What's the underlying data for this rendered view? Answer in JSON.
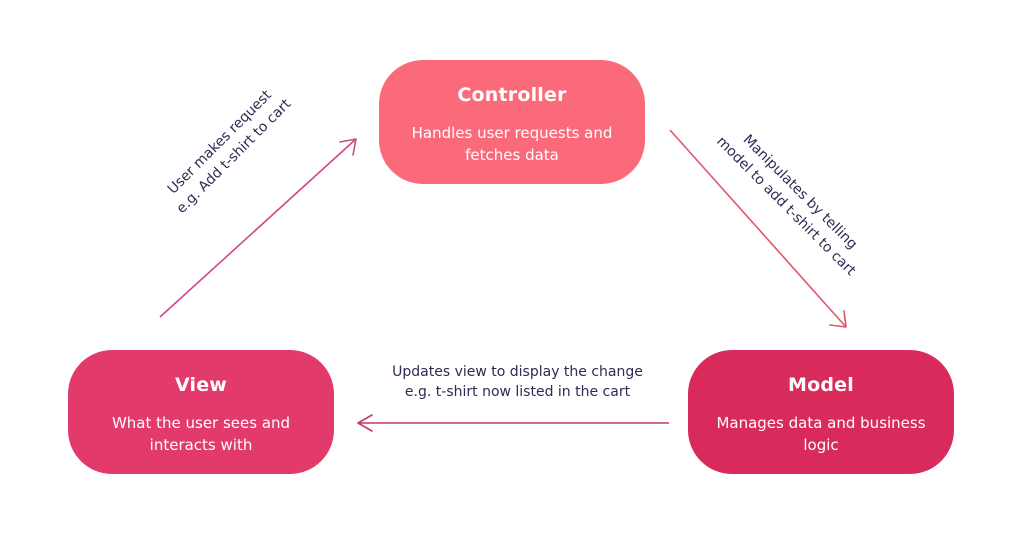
{
  "nodes": {
    "controller": {
      "title": "Controller",
      "description": "Handles user requests and fetches data",
      "color": "#fb6a7a"
    },
    "view": {
      "title": "View",
      "description": "What the user sees and interacts with",
      "color": "#e23a6b"
    },
    "model": {
      "title": "Model",
      "description": "Manages data and business logic",
      "color": "#d92a5c"
    }
  },
  "edges": {
    "view_to_controller": {
      "line1": "User makes request",
      "line2": "e.g. Add t-shirt to cart",
      "color": "#d0468d"
    },
    "controller_to_model": {
      "line1": "Manipulates by telling",
      "line2": "model to add t-shirt to cart",
      "color": "#e0556b"
    },
    "model_to_view": {
      "line1": "Updates view to display the change",
      "line2": "e.g. t-shirt now listed in the cart",
      "color": "#c23c68"
    }
  }
}
